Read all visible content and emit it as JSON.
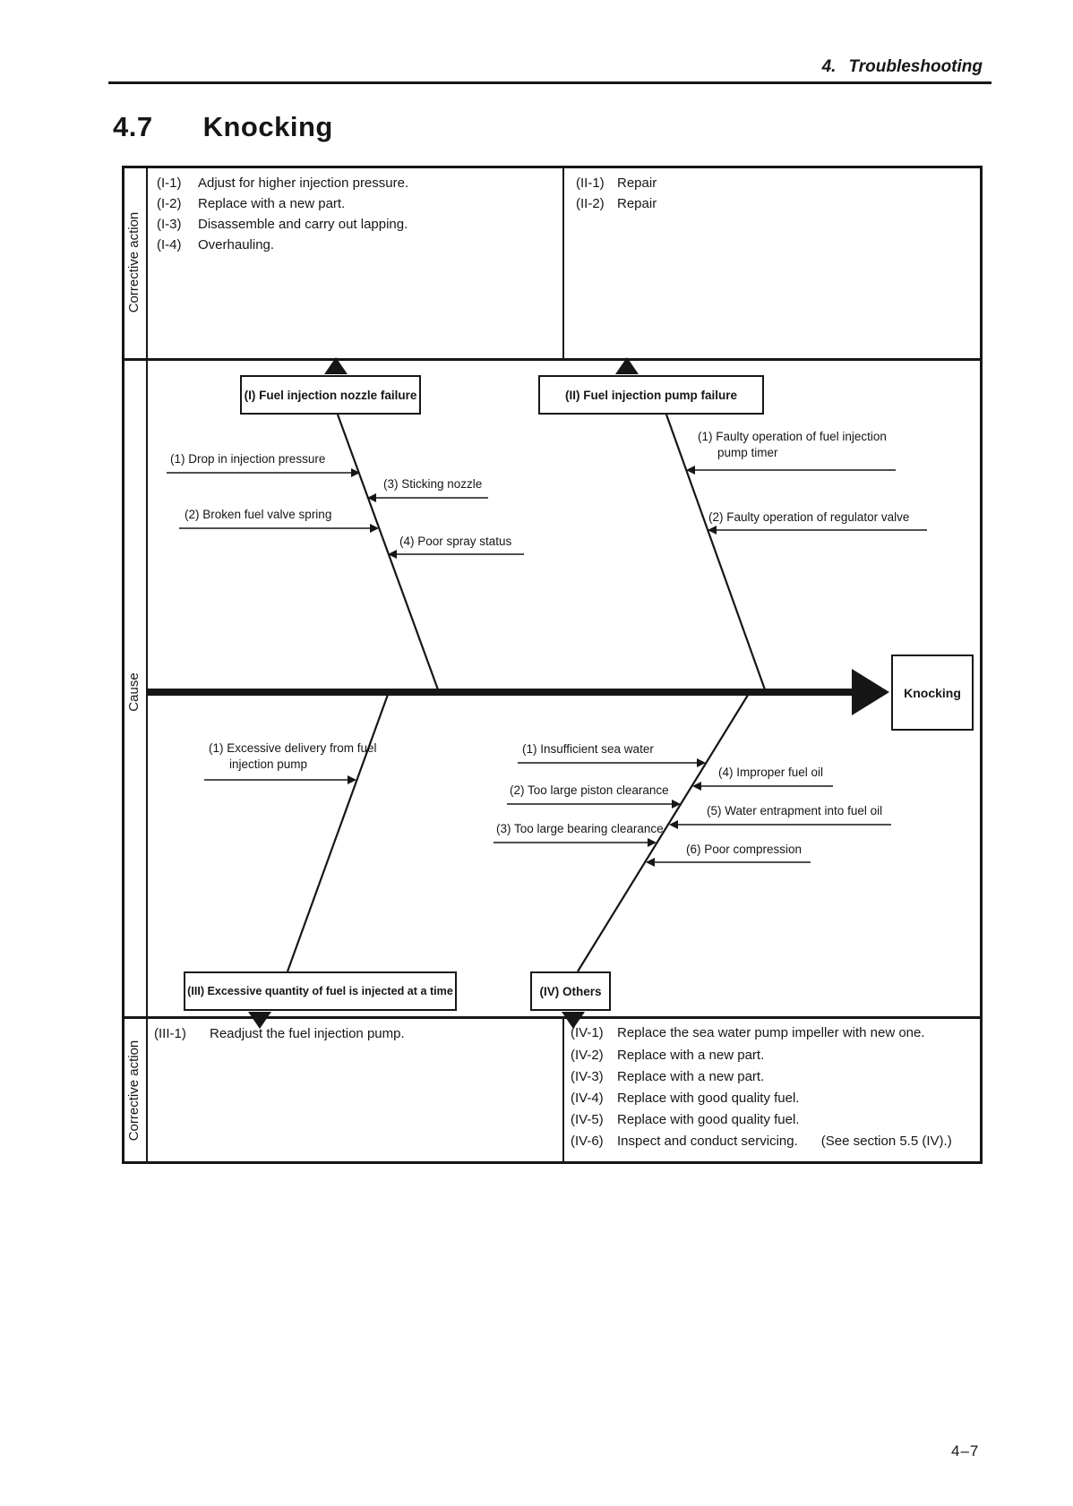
{
  "colors": {
    "ink": "#161616",
    "paper": "#ffffff"
  },
  "header": {
    "chapter": "4.",
    "chapter_title": "Troubleshooting",
    "section_number": "4.7",
    "section_title": "Knocking",
    "page_number": "4–7"
  },
  "row_labels": {
    "top": "Corrective action",
    "middle": "Cause",
    "bottom": "Corrective action"
  },
  "corrective_top_left": {
    "items": [
      {
        "id": "(I-1)",
        "text": "Adjust for higher injection pressure."
      },
      {
        "id": "(I-2)",
        "text": "Replace with a new part."
      },
      {
        "id": "(I-3)",
        "text": "Disassemble and carry out lapping."
      },
      {
        "id": "(I-4)",
        "text": "Overhauling."
      }
    ]
  },
  "corrective_top_right": {
    "items": [
      {
        "id": "(II-1)",
        "text": "Repair"
      },
      {
        "id": "(II-2)",
        "text": "Repair"
      }
    ]
  },
  "diagram": {
    "effect": "Knocking",
    "branch_I": {
      "label": "(I)  Fuel injection nozzle failure",
      "causes": {
        "c1": "(1) Drop in injection pressure",
        "c2": "(2) Broken fuel valve spring",
        "c3": "(3) Sticking nozzle",
        "c4": "(4) Poor spray status"
      }
    },
    "branch_II": {
      "label": "(II) Fuel injection pump failure",
      "causes": {
        "c1_line1": "(1) Faulty operation of fuel injection",
        "c1_line2": "pump timer",
        "c2": "(2) Faulty operation of regulator valve"
      }
    },
    "branch_III": {
      "label": "(III)  Excessive quantity of fuel is injected at a time",
      "causes": {
        "c1_line1": "(1) Excessive delivery from fuel",
        "c1_line2": "injection pump"
      }
    },
    "branch_IV": {
      "label": "(IV)  Others",
      "causes": {
        "c1": "(1) Insufficient sea water",
        "c2": "(2) Too large piston clearance",
        "c3": "(3) Too large bearing clearance",
        "c4": "(4) Improper fuel oil",
        "c5": "(5) Water entrapment into fuel oil",
        "c6": "(6) Poor compression"
      }
    }
  },
  "corrective_bottom_left": {
    "items": [
      {
        "id": "(III-1)",
        "text": "Readjust the fuel injection pump."
      }
    ]
  },
  "corrective_bottom_right": {
    "items": [
      {
        "id": "(IV-1)",
        "text": "Replace the sea water pump impeller with new one."
      },
      {
        "id": "(IV-2)",
        "text": "Replace with a new part."
      },
      {
        "id": "(IV-3)",
        "text": "Replace with a new part."
      },
      {
        "id": "(IV-4)",
        "text": "Replace with good quality fuel."
      },
      {
        "id": "(IV-5)",
        "text": "Replace with good quality fuel."
      },
      {
        "id": "(IV-6)",
        "text": "Inspect and conduct servicing.",
        "note": "(See section 5.5 (IV).)"
      }
    ]
  }
}
